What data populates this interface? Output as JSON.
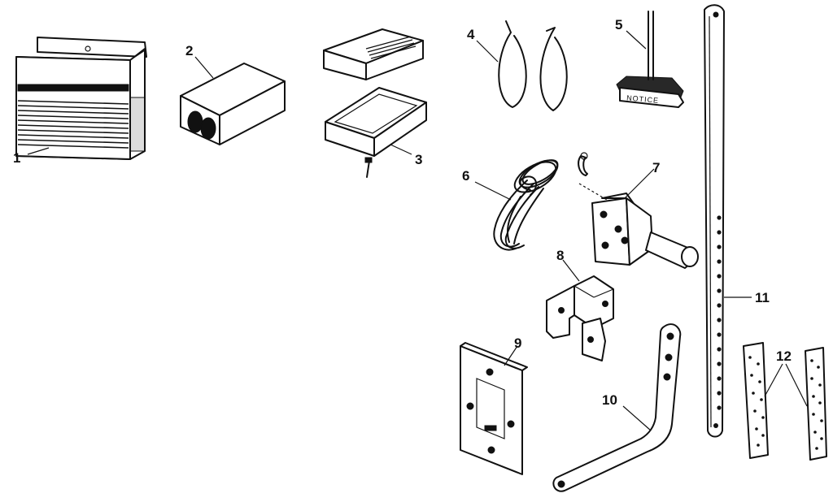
{
  "diagram": {
    "notice_text": "NOTICE",
    "parts": [
      {
        "label": "1"
      },
      {
        "label": "2"
      },
      {
        "label": "3"
      },
      {
        "label": "4"
      },
      {
        "label": "5"
      },
      {
        "label": "6"
      },
      {
        "label": "7"
      },
      {
        "label": "8"
      },
      {
        "label": "9"
      },
      {
        "label": "10"
      },
      {
        "label": "11"
      },
      {
        "label": "12"
      }
    ]
  }
}
